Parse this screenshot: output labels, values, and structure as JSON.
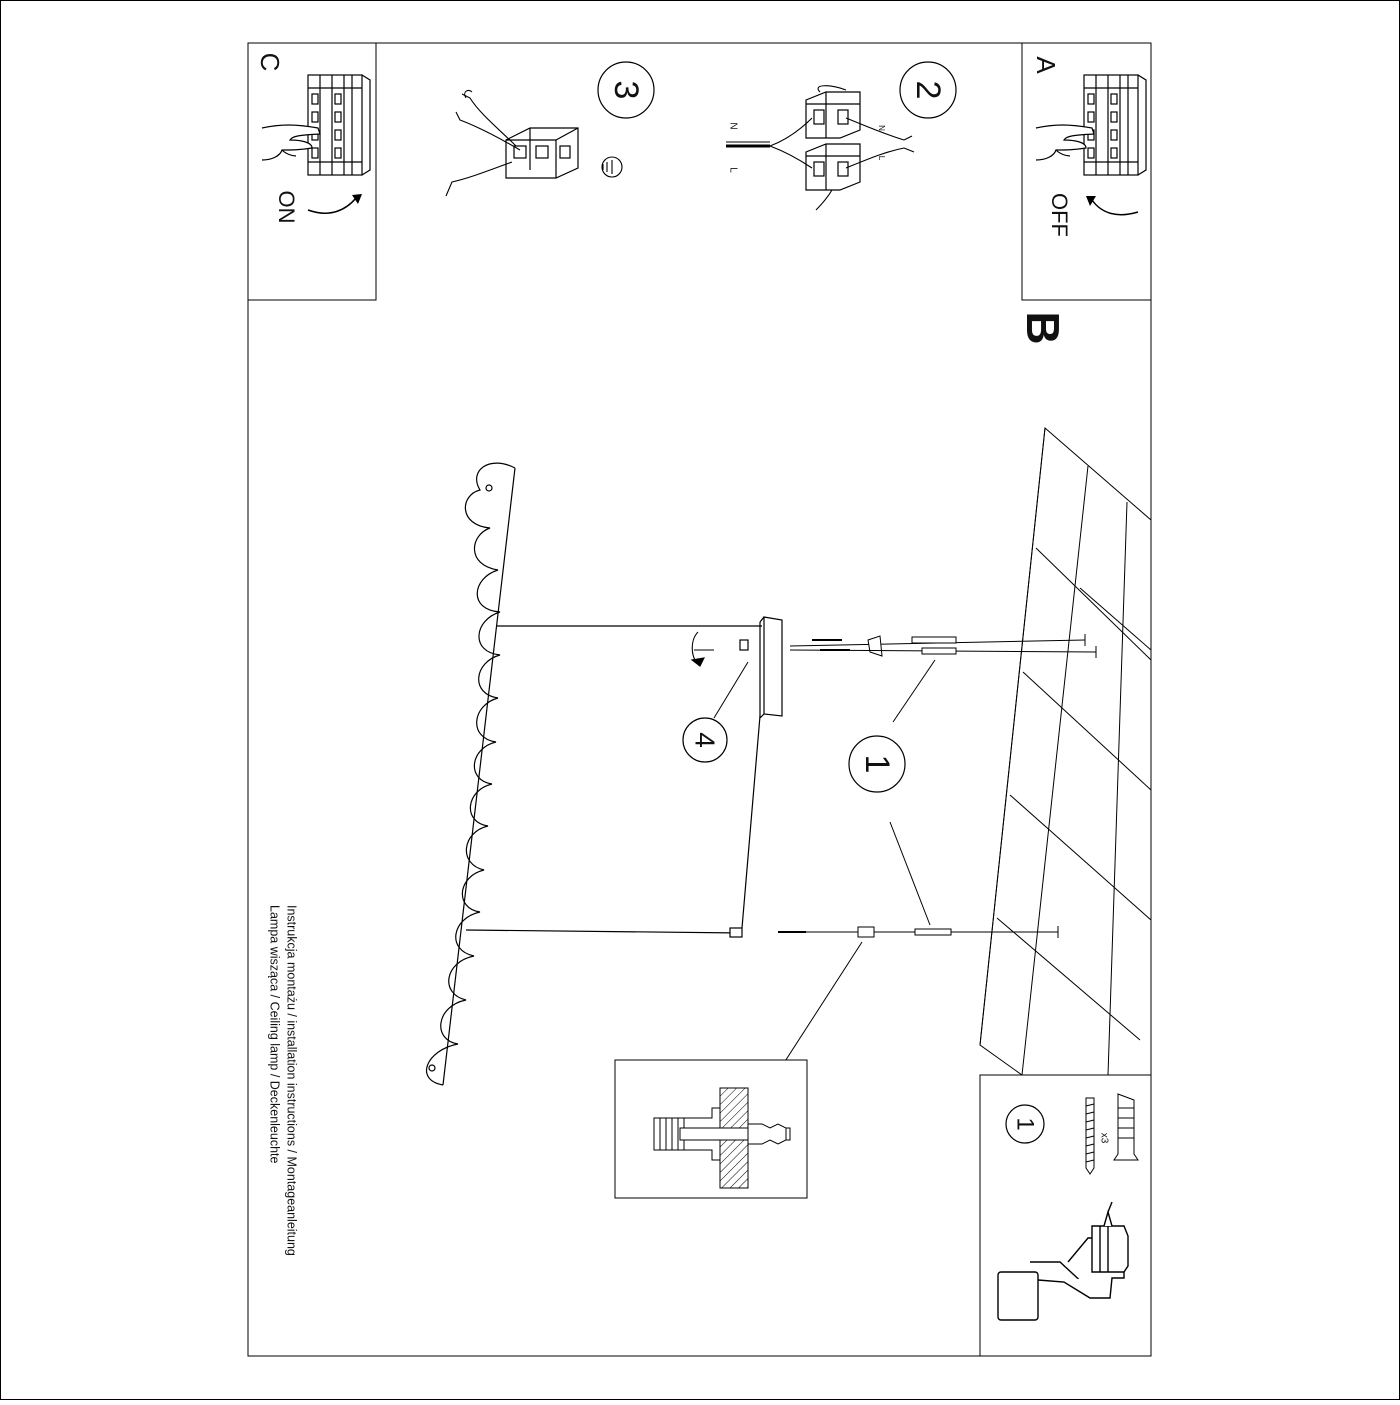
{
  "panels": {
    "a": {
      "letter": "A",
      "label": "OFF"
    },
    "b": {
      "letter": "B"
    },
    "c": {
      "letter": "C",
      "label": "ON"
    }
  },
  "steps": {
    "one": "1",
    "two": "2",
    "three": "3",
    "four": "4"
  },
  "wiring": {
    "n": "N",
    "l": "L",
    "n_small": "N",
    "l_small": "L"
  },
  "parts": {
    "step": "1",
    "quantity": "x3"
  },
  "caption": {
    "line1": "Instrukcja montażu / installation instructions / Montageanleitung",
    "line2": "Lampa wisząca / Ceiling lamp / Deckenleuchte"
  }
}
